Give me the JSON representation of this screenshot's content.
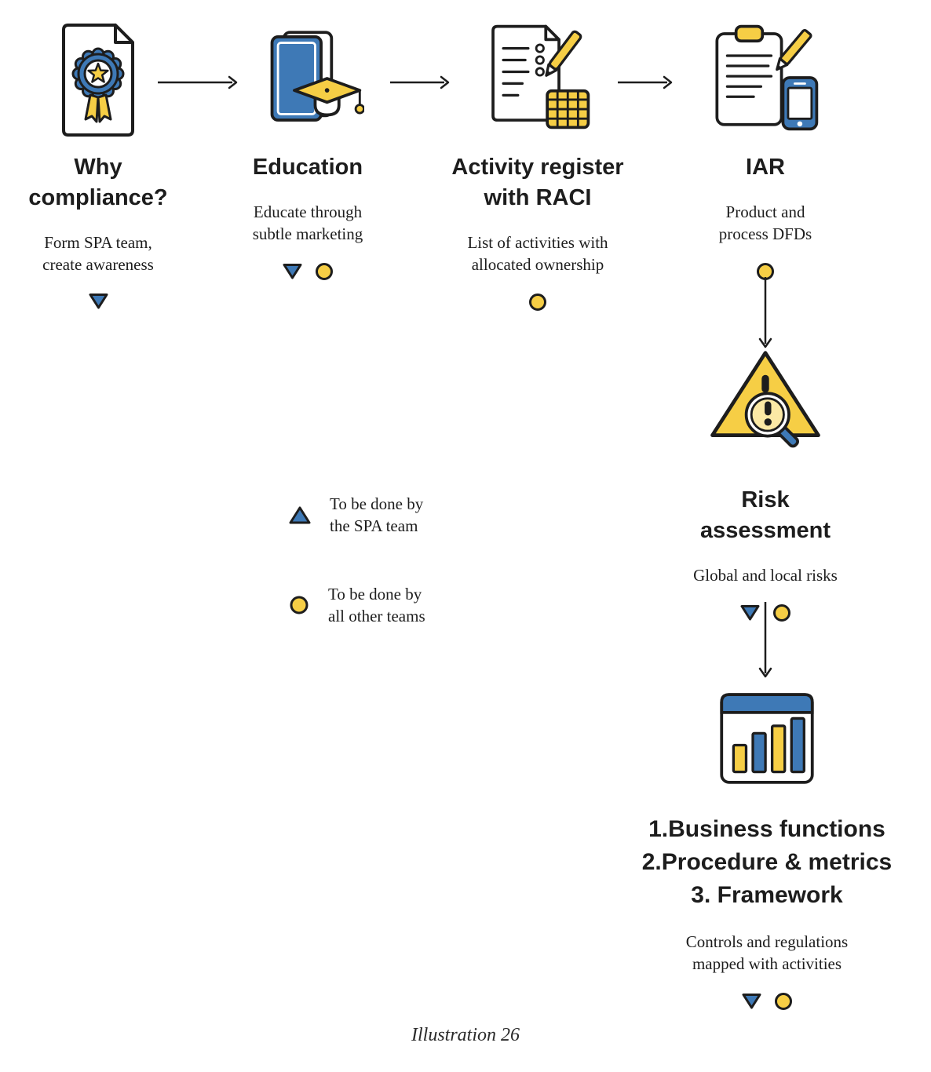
{
  "page": {
    "caption": "Illustration 26"
  },
  "colors": {
    "blue": "#3E79B6",
    "yellow": "#F6CE45",
    "outline": "#1D1D1D"
  },
  "steps": {
    "why_compliance": {
      "icon": "certificate-icon",
      "title": "Why\ncompliance?",
      "subtitle": "Form SPA team,\ncreate awareness",
      "markers": [
        "spa-team"
      ]
    },
    "education": {
      "icon": "book-graduation-cap-icon",
      "title": "Education",
      "subtitle": "Educate through\nsubtle marketing",
      "markers": [
        "spa-team",
        "other-teams"
      ]
    },
    "activity_register": {
      "icon": "document-pen-calculator-icon",
      "title": "Activity register\nwith RACI",
      "subtitle": "List of activities with\nallocated ownership",
      "markers": [
        "other-teams"
      ]
    },
    "iar": {
      "icon": "clipboard-phone-icon",
      "title": "IAR",
      "subtitle": "Product and\nprocess DFDs",
      "markers": [
        "other-teams"
      ]
    },
    "risk_assessment": {
      "icon": "warning-magnifier-icon",
      "title": "Risk\nassessment",
      "subtitle": "Global and local risks",
      "markers": [
        "spa-team",
        "other-teams"
      ]
    },
    "deliverables": {
      "icon": "bar-chart-icon",
      "title": "1.Business functions\n2.Procedure & metrics\n3. Framework",
      "subtitle": "Controls and regulations\nmapped with activities",
      "markers": [
        "spa-team",
        "other-teams"
      ]
    }
  },
  "legend": {
    "spa_team": {
      "marker": "blue-triangle",
      "label": "To be done by\nthe SPA team"
    },
    "other_teams": {
      "marker": "yellow-circle",
      "label": "To be done by\nall other teams"
    }
  }
}
